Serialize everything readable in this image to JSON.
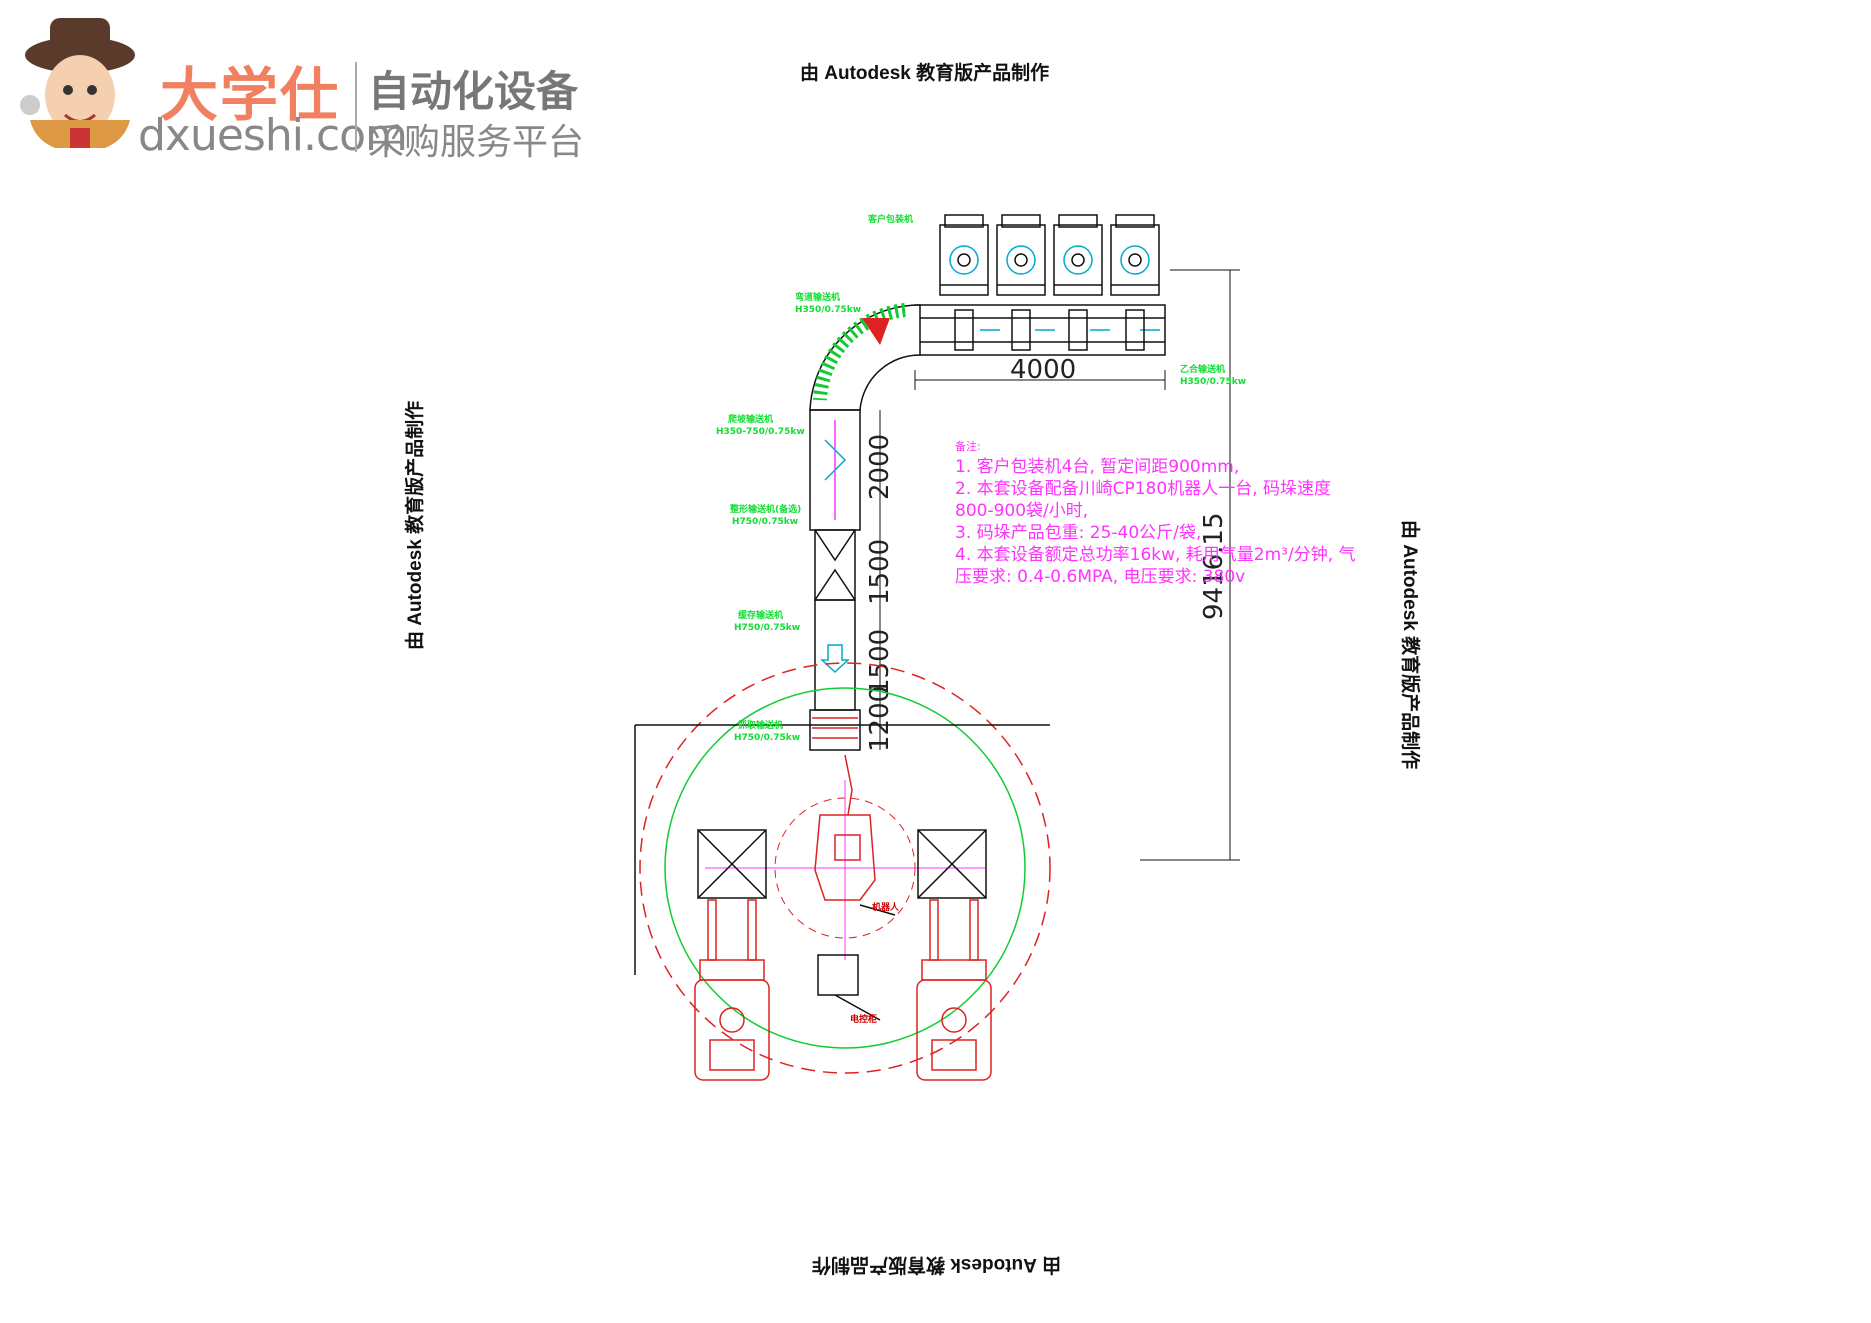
{
  "logo": {
    "brand_cn": "大学仕",
    "brand_url": "dxueshi.com",
    "tagline_line1": "自动化设备",
    "tagline_line2": "采购服务平台"
  },
  "watermarks": {
    "top": "由 Autodesk 教育版产品制作",
    "bottom": "由 Autodesk 教育版产品制作",
    "left": "由 Autodesk 教育版产品制作",
    "right": "由 Autodesk 教育版产品制作"
  },
  "labels": {
    "customer_machines": "客户包装机",
    "curve_conveyor": "弯道输送机",
    "curve_spec": "H350/0.75kw",
    "line_conveyor": "乙合输送机",
    "line_spec": "H350/0.75kw",
    "incline_conveyor": "爬坡输送机",
    "incline_spec": "H350-750/0.75kw",
    "shaping_conveyor": "整形输送机(备选)",
    "shaping_spec": "H750/0.75kw",
    "buffer_conveyor": "缓存输送机",
    "buffer_spec": "H750/0.75kw",
    "grab_conveyor": "抓取输送机",
    "grab_spec": "H750/0.75kw",
    "robot": "机器人",
    "cabinet": "电控柜"
  },
  "dimensions": {
    "d4000": "4000",
    "d2000": "2000",
    "d1500a": "1500",
    "d1500b": "1500",
    "d1200": "1200",
    "d9416": "9416.15"
  },
  "notes": {
    "title": "备注:",
    "line1": "1. 客户包装机4台, 暂定间距900mm,",
    "line2": "2. 本套设备配备川崎CP180机器人一台, 码垛速度",
    "line3": "800-900袋/小时,",
    "line4": "3. 码垛产品包重: 25-40公斤/袋,",
    "line5": "4. 本套设备额定总功率16kw, 耗用气量2m³/分钟, 气",
    "line6": "压要求: 0.4-0.6MPA, 电压要求: 380v"
  },
  "colors": {
    "conveyor": "#111111",
    "green": "#11cc33",
    "red": "#dd2222",
    "magenta": "#ff33ff",
    "cyan": "#00aacc"
  }
}
